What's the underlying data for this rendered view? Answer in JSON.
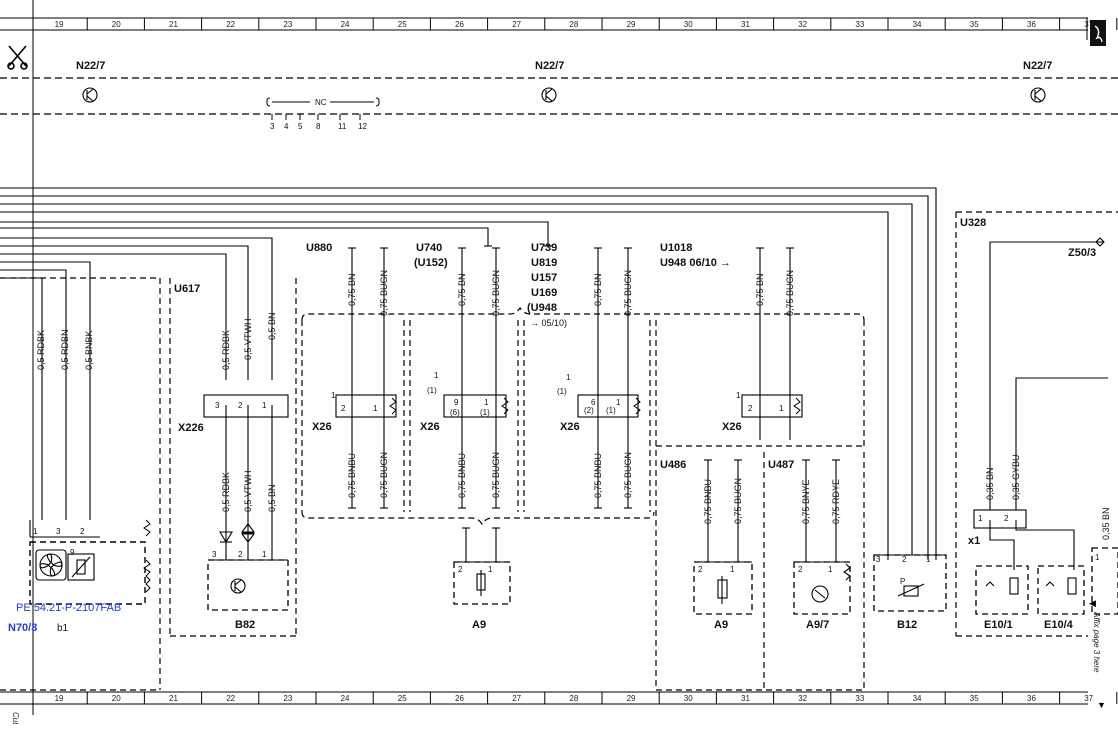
{
  "ruler": {
    "numbers": [
      "19",
      "20",
      "21",
      "22",
      "23",
      "24",
      "25",
      "26",
      "27",
      "28",
      "29",
      "30",
      "31",
      "32",
      "33",
      "34",
      "35",
      "36",
      "37"
    ]
  },
  "cut_here": "Cut here",
  "affix_text": "Affix page 3 here",
  "nc_label": "NC",
  "nc_pins": [
    "3",
    "4",
    "5",
    "8",
    "11",
    "12"
  ],
  "transistor_label": "N22/7",
  "groups": {
    "u880": "U880",
    "u740": [
      "U740",
      "(U152)"
    ],
    "u739": [
      "U739",
      "U819",
      "U157",
      "U169",
      "(U948",
      "→ 05/10)"
    ],
    "u1018": [
      "U1018",
      "U948  06/10 →"
    ],
    "u617": "U617",
    "u486": "U486",
    "u487": "U487",
    "u328": "U328"
  },
  "wires": {
    "rdbk_05": "0,5 RDBK",
    "rdbn_05": "0,5 RDBN",
    "bnbk_05": "0,5 BNBK",
    "vtwh_05": "0,5 VTWH",
    "bn_05": "0,5 BN",
    "bn_075": "0,75 BN",
    "bugn_075": "0,75 BUGN",
    "bnbu_075": "0,75 BNBU",
    "bnye_075": "0,75 BNYE",
    "rdye_075": "0,75 RDYE",
    "bn_035": "0,35 BN",
    "gybu_035": "0,35 GYBU"
  },
  "connectors": {
    "x226": "X226",
    "x26": "X26",
    "x1": "x1",
    "z503": "Z50/3"
  },
  "components": {
    "pe": "PE 54.21-P-2107FAB",
    "n703": "N70/3",
    "b1": "b1",
    "b82": "B82",
    "a9": "A9",
    "a97": "A9/7",
    "b12": "B12",
    "e101": "E10/1",
    "e104": "E10/4"
  }
}
